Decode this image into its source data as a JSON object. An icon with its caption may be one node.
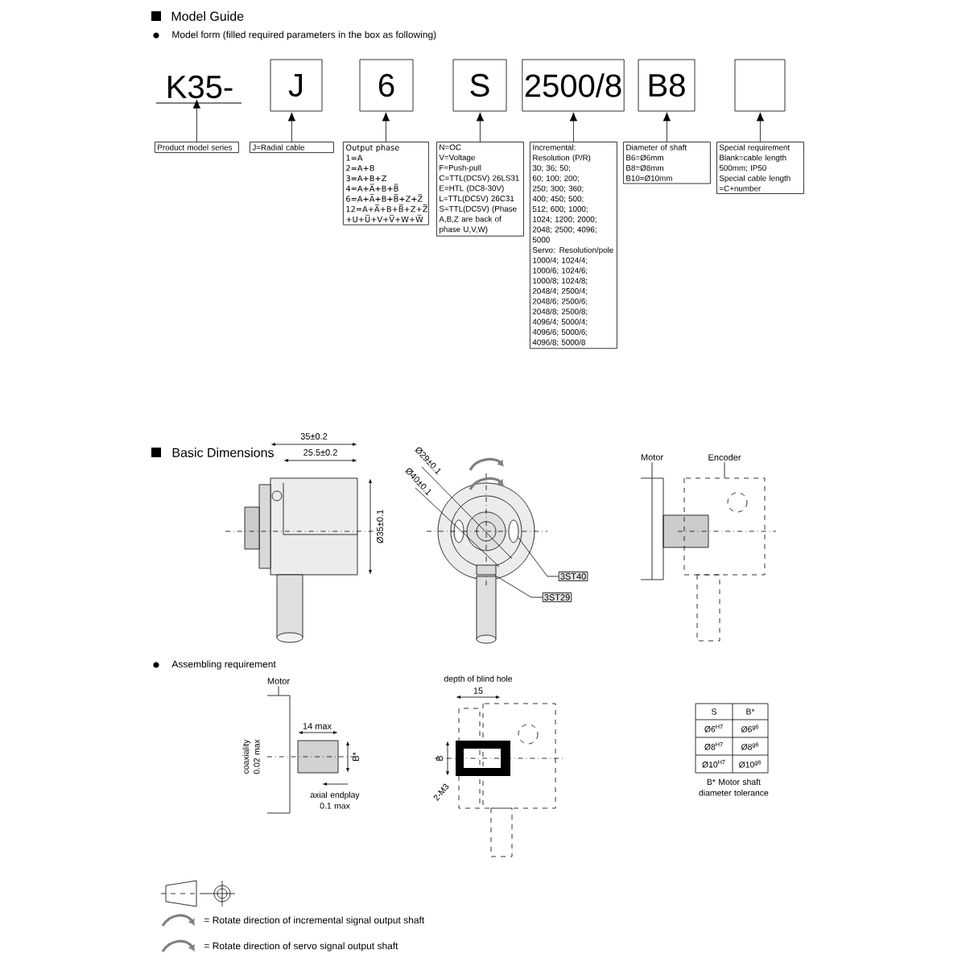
{
  "diagram": {
    "title": "Model Guide",
    "nodes": [
      {
        "text": [
          "K35-"
        ]
      },
      {
        "text": [
          "J"
        ]
      },
      {
        "text": [
          "6"
        ]
      },
      {
        "text": [
          "S"
        ]
      },
      {
        "text": [
          "2500/8"
        ]
      },
      {
        "text": [
          "B8"
        ]
      },
      {
        "text": [],
        "shape": "box"
      },
      {
        "text": [
          "Product model series"
        ]
      },
      {
        "text": [
          "J=Radial cable"
        ]
      },
      {
        "text": [
          "Output phase",
          "1=A",
          "2=A+B",
          "3=A+B+Z",
          "4=A+A̅+B+B̅",
          "6=A+A̅+B+B̅+Z+Z̅",
          "12=A+A̅+B+B̅+Z+Z̅ +U+U̅+V+V̅+W+W̅"
        ]
      },
      {
        "text": [
          "N=OC",
          "V=Voltage",
          "F=Push-pull",
          "C=TTL(DC5V) 26LS31",
          "E=HTL (DC8-30V)",
          "L=TTL(DC5V) 26C31",
          "S=TTL(DC5V) (Phase A,B,Z are back of phase U,V,W)"
        ]
      },
      {
        "text": [
          "Incremental: Resolution (P/R)",
          "30; 36; 50;",
          "60; 100; 200;",
          "250; 300; 360;",
          "400; 450; 500;",
          "512; 600; 1000;",
          "1024; 1200; 2000;",
          "2048; 2500; 4096;",
          "5000",
          "Servo: Resolution/pole",
          "1000/4; 1024/4;",
          "1000/6; 1024/6;",
          "1000/8; 1024/8;",
          "2048/4; 2500/4;",
          "2048/6; 2500/6;",
          "2048/8; 2500/8;",
          "4096/4; 5000/4;",
          "4096/6; 5000/6;",
          "4096/8; 5000/8"
        ]
      },
      {
        "text": [
          "Diameter of shaft",
          "B6=Ø6mm",
          "B8=Ø8mm",
          "B10=Ø10mm"
        ]
      },
      {
        "text": [
          "Special requirement",
          "Blank=cable length 500mm; IP50",
          "Special cable length =C+number"
        ]
      },
      {
        "text": [
          "3ST40"
        ]
      },
      {
        "text": [
          "3ST29"
        ]
      },
      {
        "text": [
          "Motor"
        ]
      },
      {
        "text": [
          "Encoder"
        ]
      },
      {
        "text": [
          "Motor"
        ]
      },
      {
        "text": [],
        "shape": "picture"
      },
      {
        "text": [],
        "shape": "picture"
      },
      {
        "text": [],
        "shape": "picture"
      },
      {
        "text": [],
        "shape": "circle"
      },
      {
        "text": [],
        "shape": "box"
      }
    ],
    "edges": [
      {
        "from": 7,
        "to": 0,
        "arrow": "to"
      },
      {
        "from": 8,
        "to": 1,
        "arrow": "to"
      },
      {
        "from": 9,
        "to": 2,
        "arrow": "to"
      },
      {
        "from": 10,
        "to": 3,
        "arrow": "to"
      },
      {
        "from": 11,
        "to": 4,
        "arrow": "to"
      },
      {
        "from": 12,
        "to": 5,
        "arrow": "to"
      },
      {
        "from": 13,
        "to": 6,
        "arrow": "to"
      },
      {
        "from": 14,
        "to": 22,
        "arrow": "none"
      },
      {
        "from": 15,
        "to": 23,
        "arrow": "none"
      },
      {
        "from": 16,
        "to": 19,
        "arrow": "none"
      },
      {
        "from": 17,
        "to": 20,
        "arrow": "none"
      },
      {
        "from": 18,
        "to": 21,
        "arrow": "none"
      }
    ],
    "labels": [
      "Model form (filled required parameters in the box as following)",
      "Basic Dimensions",
      "35±0.2",
      "25.5±0.2",
      "Ø35±0.1",
      "Ø29±0.1",
      "Ø40±0.1",
      "Assembling requirement",
      "14 max",
      "B*",
      "coaxiality 0.02 max",
      "axial endplay 0.1 max",
      "depth of blind hole",
      "15",
      "B",
      "2-M3",
      "S",
      "B*",
      "Ø6$^{H7}$",
      "Ø6$^{g6}$",
      "Ø8$^{H7}$",
      "Ø8$^{g6}$",
      "Ø10$^{H7}$",
      "Ø10$^{g6}$",
      "B* Motor shaft diameter tolerance"
    ],
    "legend": [
      {
        "text": "= Rotate direction of incremental signal output shaft"
      },
      {
        "text": "= Rotate direction of servo signal output shaft"
      }
    ]
  }
}
